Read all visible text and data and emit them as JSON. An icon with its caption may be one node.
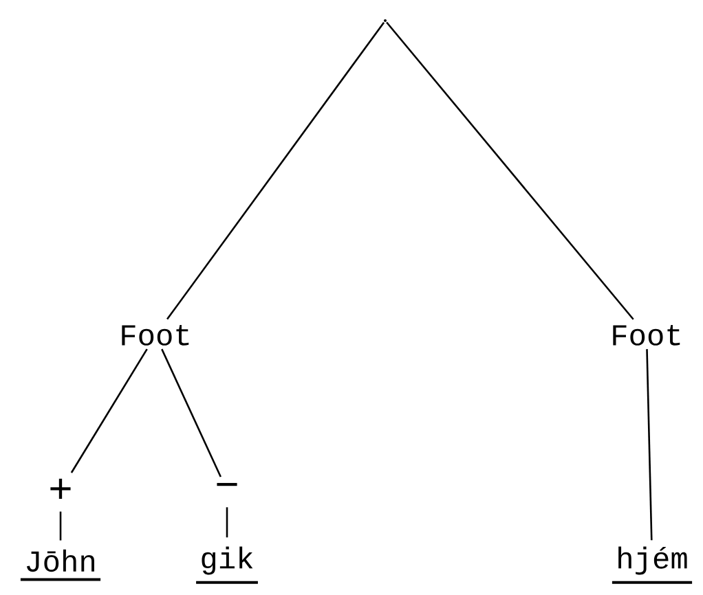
{
  "diagram": {
    "nodes": [
      {
        "text": [],
        "shape": "point"
      },
      {
        "text": [
          "Foot"
        ]
      },
      {
        "text": [
          "Foot"
        ]
      },
      {
        "text": [
          "+"
        ]
      },
      {
        "text": [
          "−"
        ]
      },
      {
        "text": [
          "Jōhn"
        ]
      },
      {
        "text": [
          "gik"
        ]
      },
      {
        "text": [
          "hjém"
        ]
      }
    ],
    "edges": [
      {
        "from": 0,
        "to": 1,
        "arrow": "none"
      },
      {
        "from": 0,
        "to": 2,
        "arrow": "none"
      },
      {
        "from": 1,
        "to": 3,
        "arrow": "none"
      },
      {
        "from": 1,
        "to": 4,
        "arrow": "none"
      },
      {
        "from": 3,
        "to": 5,
        "arrow": "none"
      },
      {
        "from": 4,
        "to": 6,
        "arrow": "none"
      },
      {
        "from": 2,
        "to": 7,
        "arrow": "none"
      }
    ]
  }
}
